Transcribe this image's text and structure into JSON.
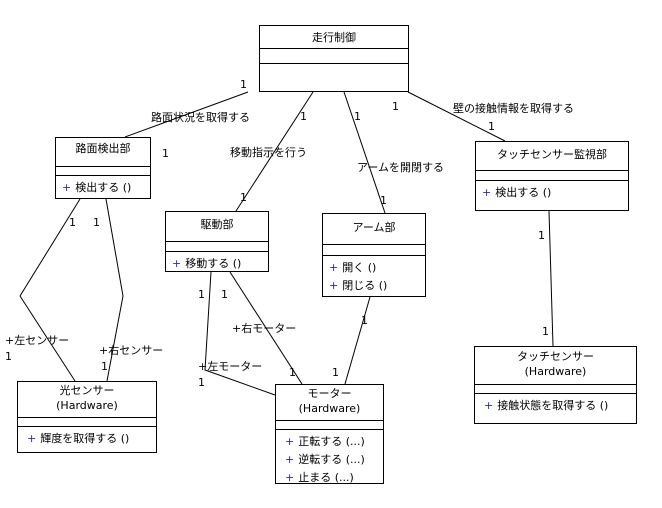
{
  "classes": {
    "control": {
      "name": "走行制御"
    },
    "road": {
      "name": "路面検出部",
      "ops": [
        "検出する ()"
      ]
    },
    "touchmon": {
      "name": "タッチセンサー監視部",
      "ops": [
        "検出する ()"
      ]
    },
    "drive": {
      "name": "駆動部",
      "ops": [
        "移動する ()"
      ]
    },
    "arm": {
      "name": "アーム部",
      "ops": [
        "開く ()",
        "閉じる ()"
      ]
    },
    "light": {
      "name": "光センサー",
      "stereotype": "(Hardware)",
      "ops": [
        "輝度を取得する ()"
      ]
    },
    "motor": {
      "name": "モーター",
      "stereotype": "(Hardware)",
      "ops": [
        "正転する (...)",
        "逆転する (...)",
        "止まる (...)"
      ]
    },
    "touch": {
      "name": "タッチセンサー",
      "stereotype": "(Hardware)",
      "ops": [
        "接触状態を取得する ()"
      ]
    }
  },
  "op_prefix": "+",
  "labels": {
    "road_assoc": "路面状況を取得する",
    "move_assoc": "移動指示を行う",
    "arm_assoc": "アームを開閉する",
    "wall_assoc": "壁の接触情報を取得する",
    "left_sensor": "+左センサー",
    "right_sensor": "+右センサー",
    "right_motor": "+右モーター",
    "left_motor": "+左モーター"
  },
  "multiplicity": "1"
}
